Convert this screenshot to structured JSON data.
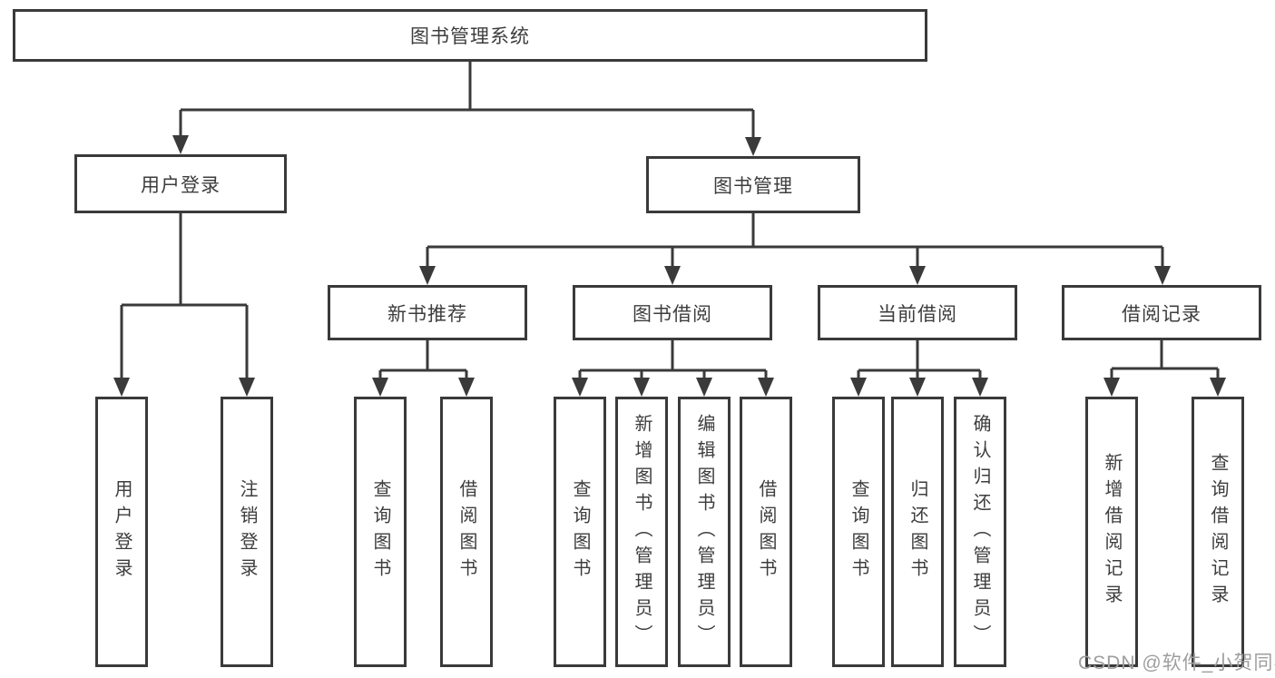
{
  "colors": {
    "line": "#3a3a3a",
    "text": "#3d3d3d",
    "box_background": "#ffffff",
    "watermark": "#9e9e9e"
  },
  "watermark": {
    "text": "CSDN @软件_小贺同学"
  },
  "diagram": {
    "root": {
      "label": "图书管理系统"
    },
    "branches": [
      {
        "label": "用户登录",
        "children": [
          {
            "label": "用户登录"
          },
          {
            "label": "注销登录"
          }
        ]
      },
      {
        "label": "图书管理",
        "sections": [
          {
            "label": "新书推荐",
            "children": [
              {
                "label": "查询图书"
              },
              {
                "label": "借阅图书"
              }
            ]
          },
          {
            "label": "图书借阅",
            "children": [
              {
                "label": "查询图书"
              },
              {
                "label": "新增图书（管理员）"
              },
              {
                "label": "编辑图书（管理员）"
              },
              {
                "label": "借阅图书"
              }
            ]
          },
          {
            "label": "当前借阅",
            "children": [
              {
                "label": "查询图书"
              },
              {
                "label": "归还图书"
              },
              {
                "label": "确认归还（管理员）"
              }
            ]
          },
          {
            "label": "借阅记录",
            "children": [
              {
                "label": "新增借阅记录"
              },
              {
                "label": "查询借阅记录"
              }
            ]
          }
        ]
      }
    ]
  }
}
